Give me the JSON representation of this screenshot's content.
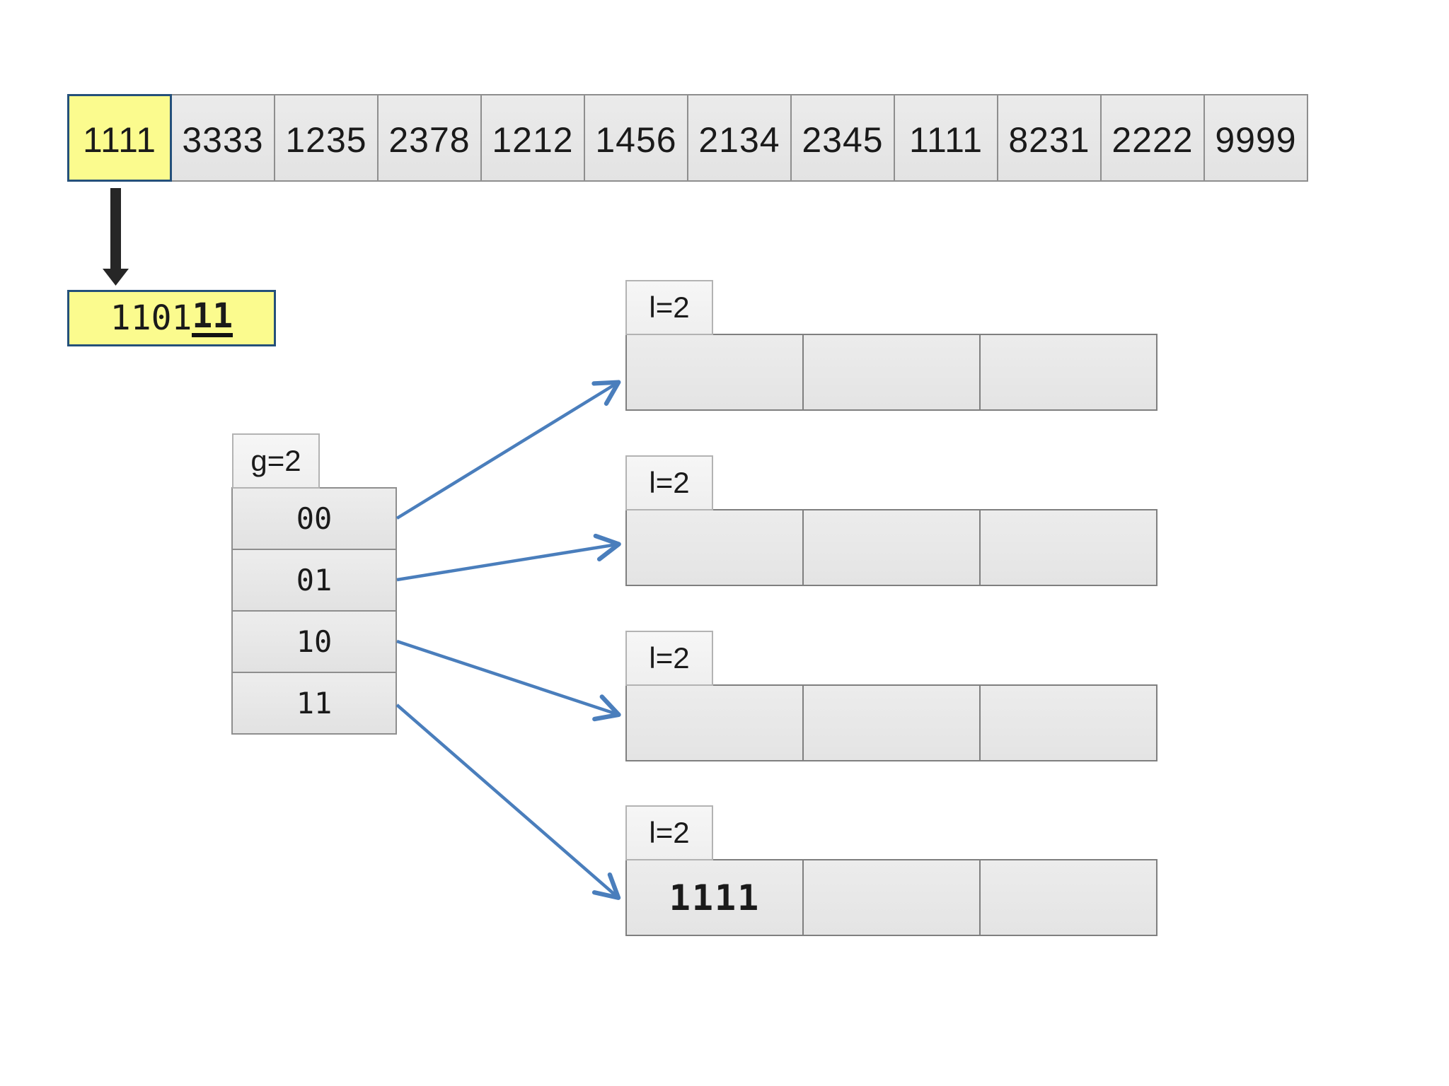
{
  "colors": {
    "highlight_yellow": "#FBFB8E",
    "highlight_border_blue": "#24507A",
    "cell_gray": "#E8E8E8",
    "cell_border_gray": "#8E8E8E",
    "tag_gray": "#F3F3F3",
    "arrow_blue": "#4A7EBC",
    "arrow_black": "#262626"
  },
  "top_array": {
    "cells": [
      "1111",
      "3333",
      "1235",
      "2378",
      "1212",
      "1456",
      "2134",
      "2345",
      "1111",
      "8231",
      "2222",
      "9999"
    ],
    "highlighted_index": 0
  },
  "hash_value": {
    "prefix": "1101",
    "suffix_bold_underlined": "11"
  },
  "directory": {
    "label": "g=2",
    "entries": [
      "00",
      "01",
      "10",
      "11"
    ]
  },
  "buckets": [
    {
      "label": "l=2",
      "cells": [
        "",
        "",
        ""
      ]
    },
    {
      "label": "l=2",
      "cells": [
        "",
        "",
        ""
      ]
    },
    {
      "label": "l=2",
      "cells": [
        "",
        "",
        ""
      ]
    },
    {
      "label": "l=2",
      "cells": [
        "1111",
        "",
        ""
      ]
    }
  ],
  "icons": {
    "down_arrow": "black-down-arrow",
    "bucket_pointer": "blue-right-arrow"
  }
}
